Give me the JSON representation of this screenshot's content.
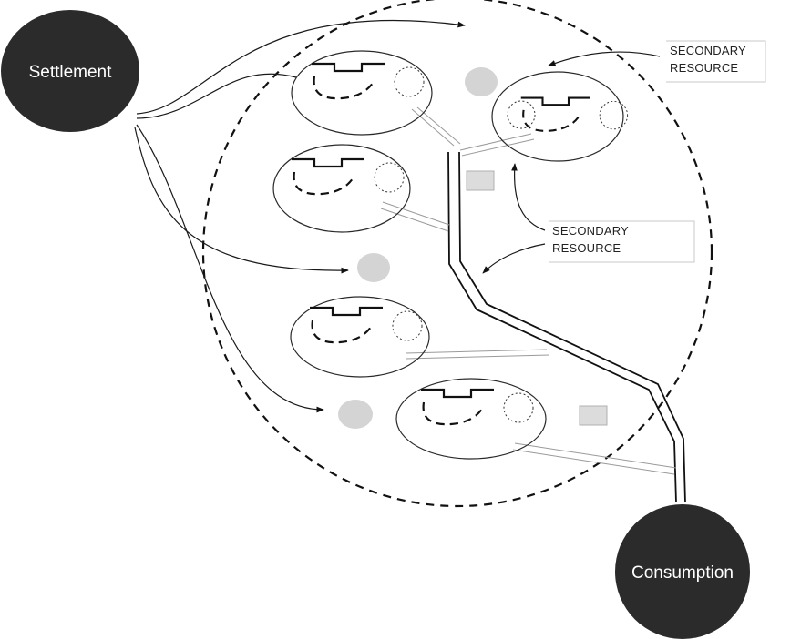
{
  "nodes": {
    "settlement": {
      "label": "Settlement",
      "color": "#2b2b2b"
    },
    "consumption": {
      "label": "Consumption",
      "color": "#2b2b2b"
    }
  },
  "callouts": [
    {
      "line1": "SECONDARY",
      "line2": "RESOURCE"
    },
    {
      "line1": "SECONDARY",
      "line2": "RESOURCE"
    }
  ],
  "colors": {
    "node_fill": "#2b2b2b",
    "marker_fill": "#d4d4d4",
    "square_fill": "#dcdcdc",
    "pipe": "#9a9a9a"
  }
}
